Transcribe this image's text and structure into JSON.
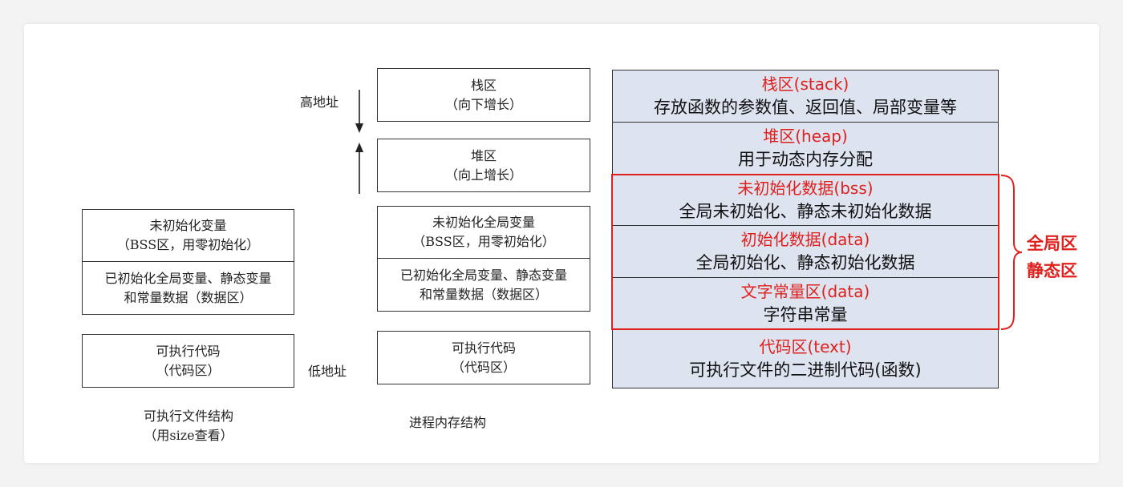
{
  "exe_file": {
    "uninit": {
      "line1": "未初始化变量",
      "line2": "（BSS区，用零初始化）"
    },
    "init": {
      "line1": "已初始化全局变量、静态变量",
      "line2": "和常量数据（数据区）"
    },
    "code": {
      "line1": "可执行代码",
      "line2": "（代码区）"
    },
    "caption_line1": "可执行文件结构",
    "caption_line2": "（用size查看）"
  },
  "process_memory": {
    "stack": {
      "line1": "栈区",
      "line2": "（向下增长）"
    },
    "heap": {
      "line1": "堆区",
      "line2": "（向上增长）"
    },
    "uninit": {
      "line1": "未初始化全局变量",
      "line2": "（BSS区，用零初始化）"
    },
    "init": {
      "line1": "已初始化全局变量、静态变量",
      "line2": "和常量数据（数据区）"
    },
    "code": {
      "line1": "可执行代码",
      "line2": "（代码区）"
    },
    "high_addr": "高地址",
    "low_addr": "低地址",
    "caption": "进程内存结构"
  },
  "segments": [
    {
      "title": "栈区(stack)",
      "desc": "存放函数的参数值、返回值、局部变量等"
    },
    {
      "title": "堆区(heap)",
      "desc": "用于动态内存分配"
    },
    {
      "title": "未初始化数据(bss)",
      "desc": "全局未初始化、静态未初始化数据"
    },
    {
      "title": "初始化数据(data)",
      "desc": "全局初始化、静态初始化数据"
    },
    {
      "title": "文字常量区(data)",
      "desc": "字符串常量"
    },
    {
      "title": "代码区(text)",
      "desc": "可执行文件的二进制代码(函数)"
    }
  ],
  "brace_label": {
    "line1": "全局区",
    "line2": "静态区"
  },
  "colors": {
    "accent_red": "#e0201d",
    "segment_fill": "#dde4f0"
  }
}
